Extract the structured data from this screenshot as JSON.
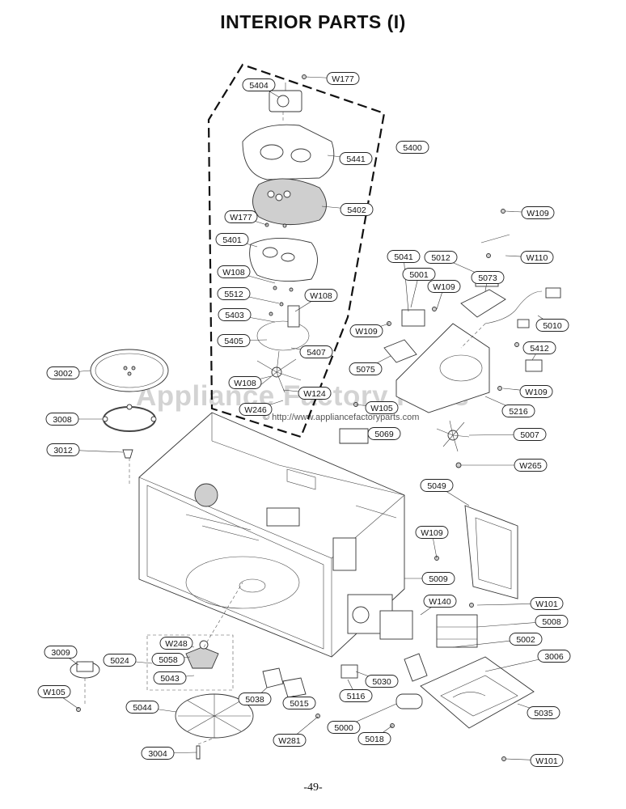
{
  "title": "INTERIOR PARTS (I)",
  "page_number": "-49-",
  "watermark": {
    "text": "Appliance Factory Parts",
    "url": "© http://www.appliancefactoryparts.com"
  },
  "callouts": [
    "W177",
    "5404",
    "5441",
    "5400",
    "5402",
    "W177",
    "W109",
    "5401",
    "5041",
    "5012",
    "W110",
    "W108",
    "5001",
    "W109",
    "5073",
    "5512",
    "W108",
    "5403",
    "W109",
    "5010",
    "5405",
    "5407",
    "5075",
    "5412",
    "3002",
    "W108",
    "W124",
    "W109",
    "W246",
    "W105",
    "5216",
    "3008",
    "5069",
    "5007",
    "3012",
    "W265",
    "5049",
    "W109",
    "5009",
    "W140",
    "W101",
    "5008",
    "W248",
    "5002",
    "3009",
    "5024",
    "5058",
    "3006",
    "5043",
    "5030",
    "W105",
    "5038",
    "5116",
    "5015",
    "5044",
    "5035",
    "5000",
    "5018",
    "W281",
    "3004",
    "W101"
  ]
}
